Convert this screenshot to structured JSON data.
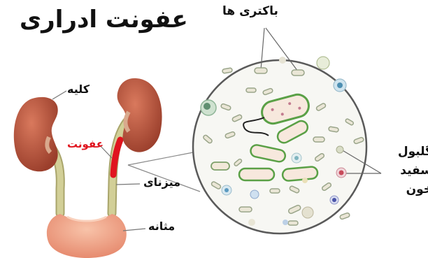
{
  "title": "عفونت ادراری",
  "labels": {
    "bacteria": "باکتری ها",
    "kidney": "کلیه",
    "infection": "عفونت",
    "ureter": "میزنای",
    "bladder": "مثانه",
    "wbc_line1": "گلبول",
    "wbc_line2": "سفید",
    "wbc_line3": "خون"
  },
  "colors": {
    "kidney": "#b5503a",
    "ureter": "#c8c489",
    "bladder": "#f0a487",
    "infection": "#e0141e",
    "bacteria_outline": "#5aa046",
    "wbc": "#c84a5a"
  }
}
